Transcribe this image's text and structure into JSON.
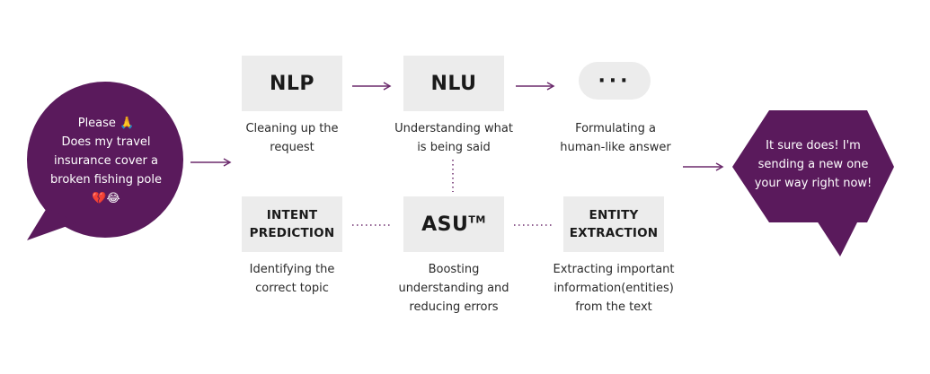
{
  "colors": {
    "purple": "#5a1a5c",
    "box_gray": "#ececec",
    "arrow": "#6b2a6c"
  },
  "user_bubble": {
    "line1": "Please 🙏",
    "line2": "Does my travel",
    "line3": "insurance cover a",
    "line4": "broken fishing pole",
    "line5": "💔😂"
  },
  "reply_bubble": {
    "line1": "It sure does! I'm",
    "line2": "sending a new one",
    "line3": "your way right now!"
  },
  "nlp": {
    "label": "NLP",
    "caption1": "Cleaning up the",
    "caption2": "request"
  },
  "nlu": {
    "label": "NLU",
    "caption1": "Understanding what",
    "caption2": "is being said"
  },
  "answer": {
    "label": "···",
    "caption1": "Formulating a",
    "caption2": "human-like answer"
  },
  "intent": {
    "label1": "INTENT",
    "label2": "PREDICTION",
    "caption1": "Identifying the",
    "caption2": "correct topic"
  },
  "asu": {
    "label": "ASU",
    "sup": "TM",
    "caption1": "Boosting",
    "caption2": "understanding and",
    "caption3": "reducing errors"
  },
  "entity": {
    "label1": "ENTITY",
    "label2": "EXTRACTION",
    "caption1": "Extracting important",
    "caption2": "information(entities)",
    "caption3": "from the text"
  }
}
